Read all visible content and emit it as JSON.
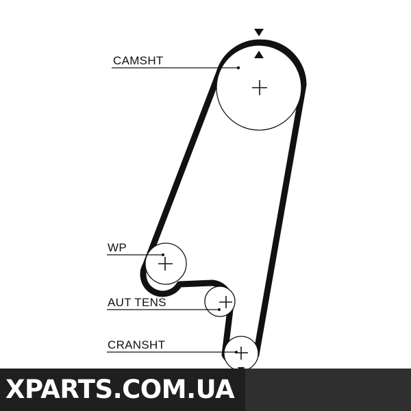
{
  "diagram": {
    "labels": {
      "camshaft": "CAMSHT",
      "water_pump": "WP",
      "tensioner": "AUT TENS",
      "crankshaft": "CRANSHT"
    }
  },
  "watermark": {
    "text": "XPARTS.COM.UA"
  },
  "colors": {
    "line": "#111111",
    "background": "#ffffff",
    "watermark_bg": "#1f1f1f",
    "watermark_text": "#ffffff"
  }
}
